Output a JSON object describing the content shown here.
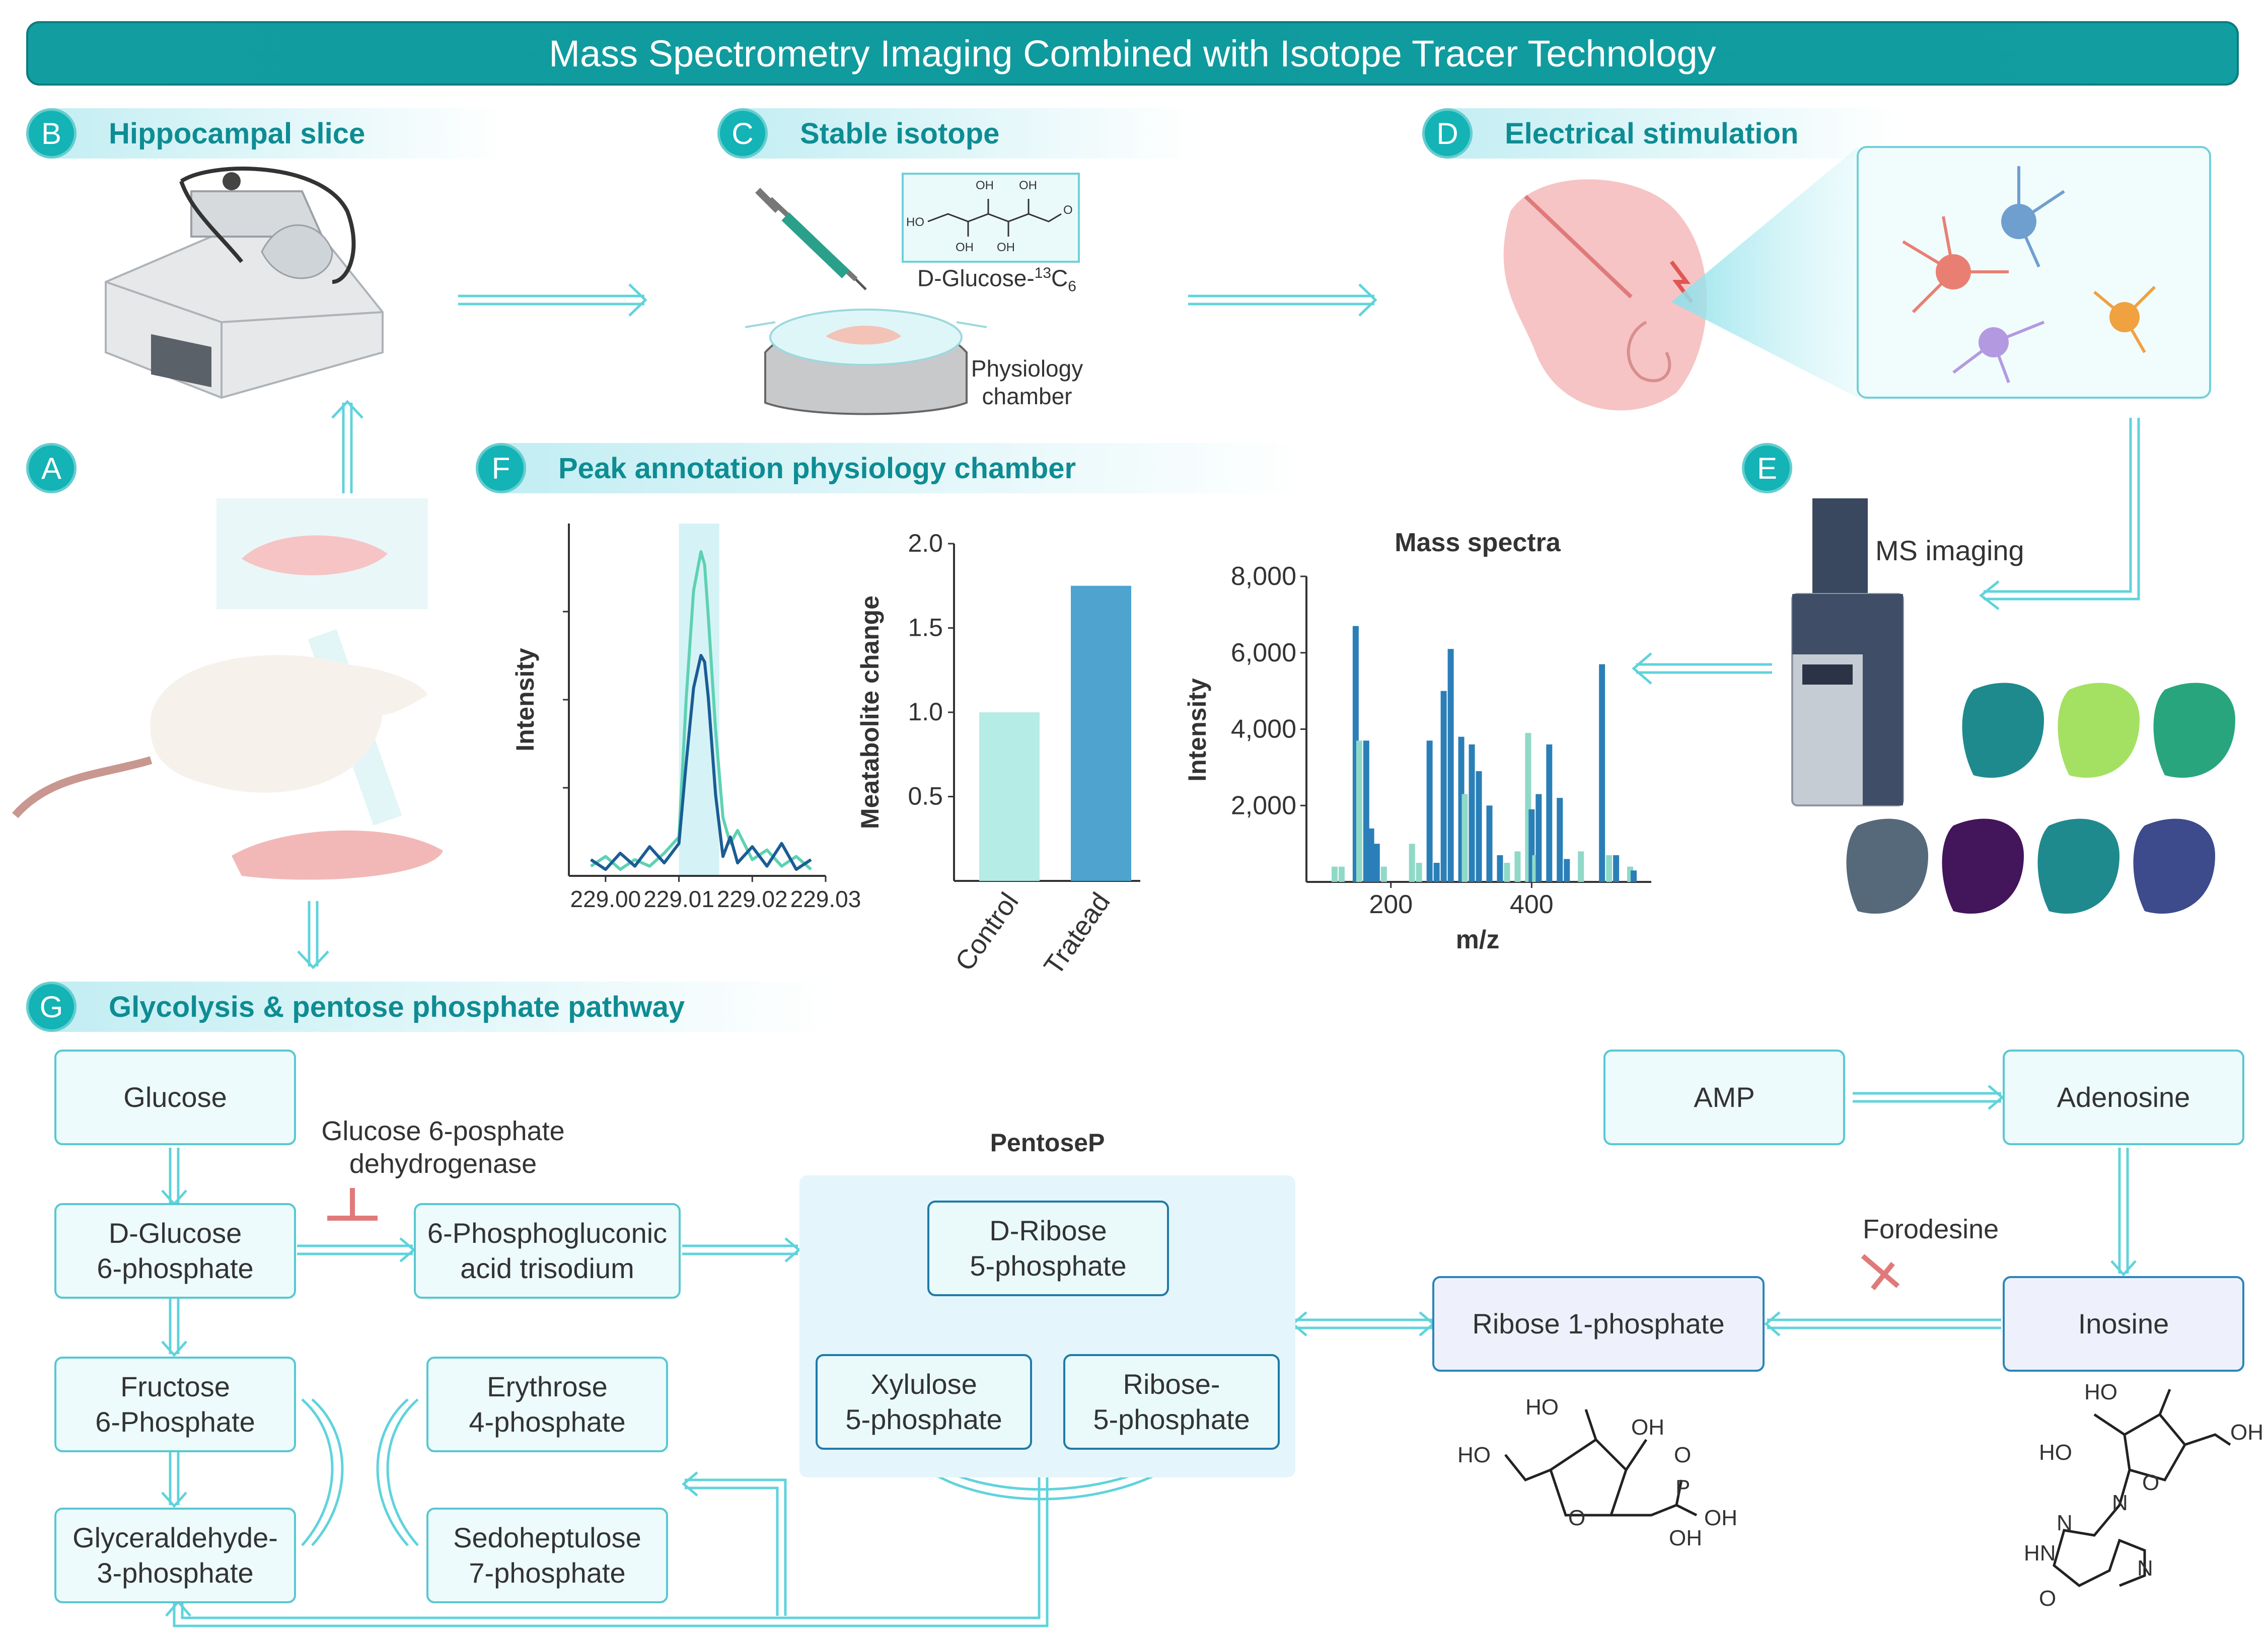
{
  "title": "Mass Spectrometry Imaging Combined with Isotope Tracer Technology",
  "sections": {
    "A": {
      "letter": "A"
    },
    "B": {
      "letter": "B",
      "title": "Hippocampal slice"
    },
    "C": {
      "letter": "C",
      "title": "Stable isotope"
    },
    "D": {
      "letter": "D",
      "title": "Electrical stimulation"
    },
    "E": {
      "letter": "E"
    },
    "F": {
      "letter": "F",
      "title": "Peak annotation physiology chamber"
    },
    "G": {
      "letter": "G",
      "title": "Glycolysis & pentose phosphate pathway"
    }
  },
  "stable_isotope": {
    "compound": "D-Glucose-",
    "isotope_sup": "13",
    "isotope_elem": "C",
    "isotope_sub": "6",
    "chamber_line1": "Physiology",
    "chamber_line2": "chamber",
    "ho": "HO",
    "oh": "OH",
    "o": "O"
  },
  "ms_imaging": "MS imaging",
  "charts": {
    "peak": {
      "ylabel": "Intensity",
      "xticks": [
        "229.00",
        "229.01",
        "229.02",
        "229.03"
      ]
    },
    "metabolite": {
      "ylabel": "Meatabolite change",
      "yticks": [
        "2.0",
        "1.5",
        "1.0",
        "0.5"
      ],
      "categories": [
        "Control",
        "Tratead"
      ]
    },
    "spectra": {
      "title": "Mass spectra",
      "ylabel": "Intensity",
      "xlabel": "m/z",
      "yticks": [
        "8,000",
        "6,000",
        "4,000",
        "2,000"
      ],
      "xticks": [
        "200",
        "400"
      ]
    }
  },
  "chart_data": [
    {
      "type": "line",
      "ylabel": "Intensity",
      "xlim": [
        228.995,
        229.03
      ],
      "xticks": [
        229.0,
        229.01,
        229.02,
        229.03
      ],
      "series": [
        {
          "color": "#5ed1b3",
          "x": [
            228.998,
            229.0,
            229.002,
            229.004,
            229.006,
            229.008,
            229.01,
            229.011,
            229.012,
            229.013,
            229.0135,
            229.014,
            229.015,
            229.016,
            229.017,
            229.018,
            229.02,
            229.022,
            229.024,
            229.026,
            229.028
          ],
          "y": [
            0.03,
            0.06,
            0.02,
            0.05,
            0.03,
            0.07,
            0.12,
            0.55,
            0.88,
            1.0,
            0.96,
            0.8,
            0.45,
            0.18,
            0.1,
            0.14,
            0.05,
            0.08,
            0.03,
            0.06,
            0.02
          ]
        },
        {
          "color": "#1a5c96",
          "x": [
            228.998,
            229.0,
            229.002,
            229.004,
            229.006,
            229.008,
            229.01,
            229.011,
            229.012,
            229.013,
            229.0135,
            229.014,
            229.015,
            229.016,
            229.017,
            229.018,
            229.02,
            229.022,
            229.024,
            229.026,
            229.028
          ],
          "y": [
            0.05,
            0.02,
            0.07,
            0.03,
            0.09,
            0.04,
            0.1,
            0.35,
            0.58,
            0.68,
            0.66,
            0.55,
            0.25,
            0.06,
            0.12,
            0.04,
            0.09,
            0.03,
            0.1,
            0.02,
            0.05
          ]
        }
      ]
    },
    {
      "type": "bar",
      "ylabel": "Meatabolite change",
      "categories": [
        "Control",
        "Tratead"
      ],
      "values": [
        1.0,
        1.75
      ],
      "ylim": [
        0,
        2.0
      ],
      "colors": [
        "#b6ece6",
        "#4ea3cf"
      ]
    },
    {
      "type": "bar",
      "title": "Mass spectra",
      "xlabel": "m/z",
      "ylabel": "Intensity",
      "xlim": [
        80,
        570
      ],
      "ylim": [
        0,
        8000
      ],
      "x": [
        120,
        130,
        150,
        155,
        165,
        172,
        180,
        190,
        230,
        240,
        255,
        265,
        275,
        285,
        300,
        305,
        315,
        325,
        340,
        355,
        365,
        380,
        395,
        400,
        405,
        410,
        425,
        440,
        450,
        470,
        500,
        510,
        520,
        540,
        545
      ],
      "values": [
        400,
        400,
        6700,
        3700,
        3700,
        1400,
        1000,
        400,
        1000,
        500,
        3700,
        500,
        5000,
        6100,
        3800,
        2300,
        3600,
        2900,
        2000,
        700,
        500,
        800,
        3900,
        1900,
        700,
        2300,
        3600,
        2200,
        600,
        800,
        5700,
        700,
        700,
        400,
        300
      ],
      "colors": [
        "#8fd9c8",
        "#8fd9c8",
        "#2a7fb8",
        "#8fd9c8",
        "#2a7fb8",
        "#2a7fb8",
        "#2a7fb8",
        "#8fd9c8",
        "#8fd9c8",
        "#8fd9c8",
        "#2a7fb8",
        "#2a7fb8",
        "#2a7fb8",
        "#2a7fb8",
        "#2a7fb8",
        "#8fd9c8",
        "#2a7fb8",
        "#2a7fb8",
        "#2a7fb8",
        "#2a7fb8",
        "#8fd9c8",
        "#8fd9c8",
        "#8fd9c8",
        "#2a7fb8",
        "#8fd9c8",
        "#2a7fb8",
        "#2a7fb8",
        "#2a7fb8",
        "#2a7fb8",
        "#8fd9c8",
        "#2a7fb8",
        "#8fd9c8",
        "#2a7fb8",
        "#8fd9c8",
        "#2a7fb8"
      ]
    }
  ],
  "pathway": {
    "glucose": "Glucose",
    "g6p_1": "D-Glucose",
    "g6p_2": "6-phosphate",
    "enzyme_1": "Glucose 6-posphate",
    "enzyme_2": "dehydrogenase",
    "pga_1": "6-Phosphogluconic",
    "pga_2": "acid trisodium",
    "f6p_1": "Fructose",
    "f6p_2": "6-Phosphate",
    "e4p_1": "Erythrose",
    "e4p_2": "4-phosphate",
    "ga3p_1": "Glyceraldehyde-",
    "ga3p_2": "3-phosphate",
    "s7p_1": "Sedoheptulose",
    "s7p_2": "7-phosphate",
    "pentose_title": "PentoseP",
    "r5p_1": "D-Ribose",
    "r5p_2": "5-phosphate",
    "xu5p_1": "Xylulose",
    "xu5p_2": "5-phosphate",
    "ri5p_1": "Ribose-",
    "ri5p_2": "5-phosphate",
    "amp": "AMP",
    "adenosine": "Adenosine",
    "inhibitor": "Forodesine",
    "r1p": "Ribose 1-phosphate",
    "inosine": "Inosine"
  },
  "structures": {
    "ho": "HO",
    "oh": "OH",
    "o": "O",
    "p": "P",
    "n": "N",
    "hn": "HN"
  },
  "colors": {
    "teal": "#13b3b6",
    "arrow": "#5fd3dc",
    "inhibit": "#e07a7a",
    "dark_blue": "#1a5c96"
  }
}
